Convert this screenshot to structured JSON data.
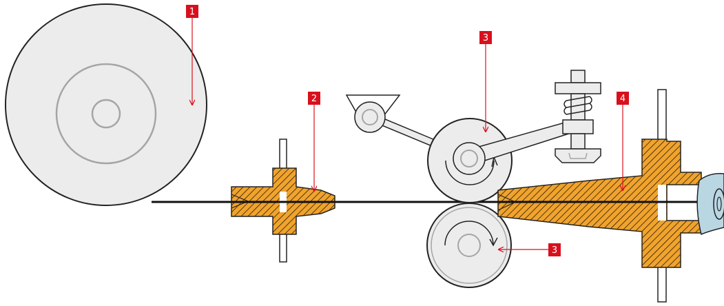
{
  "callouts": [
    {
      "id": "c1",
      "label": "1"
    },
    {
      "id": "c2",
      "label": "2"
    },
    {
      "id": "c3a",
      "label": "3"
    },
    {
      "id": "c3b",
      "label": "3"
    },
    {
      "id": "c4",
      "label": "4"
    }
  ],
  "colors": {
    "callout": "#d8101d",
    "hatch_fill": "#f0a32d",
    "hatch_line": "#2a1a0a",
    "roll": "#ececec",
    "roll_ring": "#a5a5a5",
    "wire": "#111111",
    "bracket": "#ececec",
    "coil": "#b9d6e3"
  }
}
